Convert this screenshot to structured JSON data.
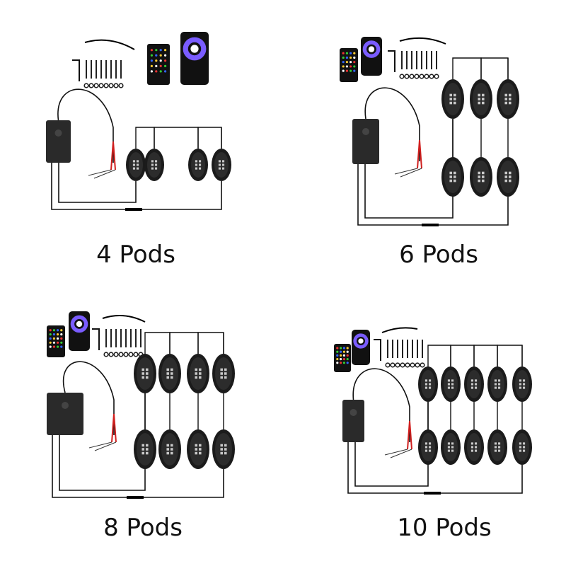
{
  "kits": [
    {
      "label": "4 Pods",
      "pods": 4
    },
    {
      "label": "6 Pods",
      "pods": 6
    },
    {
      "label": "8 Pods",
      "pods": 8
    },
    {
      "label": "10 Pods",
      "pods": 10
    }
  ],
  "colors": {
    "pod": "#1b1b1b",
    "led": "#c9c9c9",
    "box": "#2a2a2a",
    "wire": "#111111",
    "red_wire": "#d0201f"
  }
}
